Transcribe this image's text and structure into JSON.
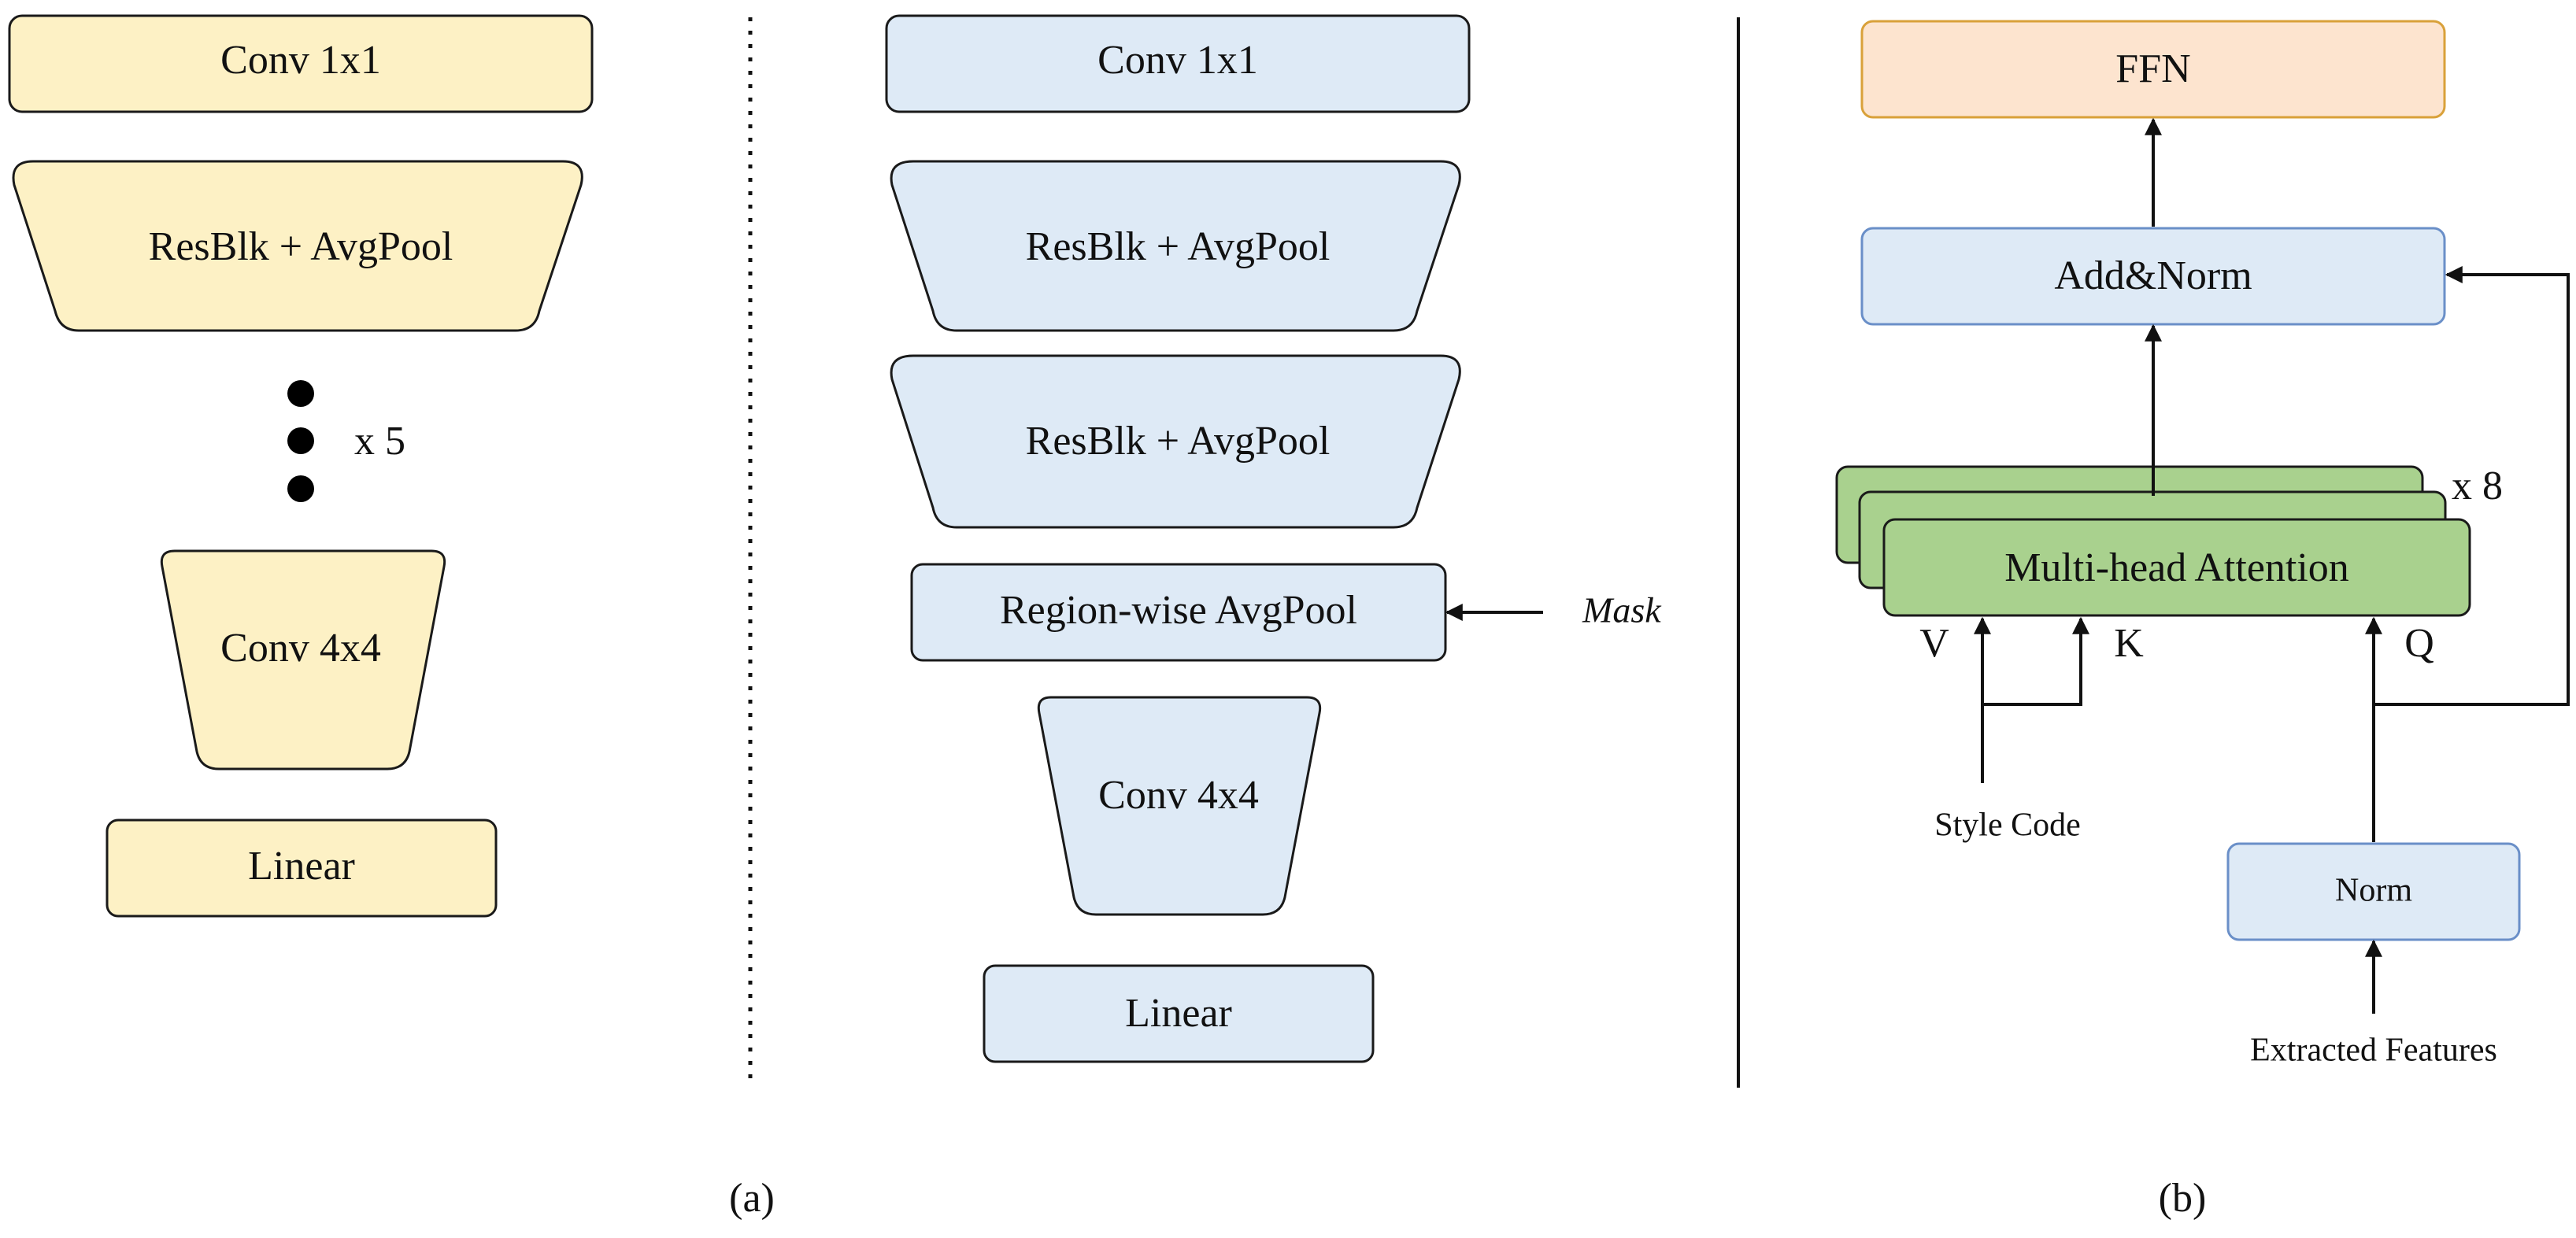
{
  "colors": {
    "yellow_fill": "#fdf1c5",
    "blue_fill": "#deeaf6",
    "blue_stroke": "#6a8fc8",
    "green_fill": "#a9d18e",
    "orange_fill": "#fde4cf",
    "orange_stroke": "#d9a13a",
    "outline": "#1a1a1a",
    "line": "#111111"
  },
  "panel_a_left": {
    "conv1x1": "Conv 1x1",
    "resblk": "ResBlk + AvgPool",
    "repeat": "x 5",
    "conv4x4": "Conv 4x4",
    "linear": "Linear"
  },
  "panel_a_right": {
    "conv1x1": "Conv 1x1",
    "resblk_1": "ResBlk + AvgPool",
    "resblk_2": "ResBlk + AvgPool",
    "region_pool": "Region-wise AvgPool",
    "mask": "Mask",
    "conv4x4": "Conv 4x4",
    "linear": "Linear"
  },
  "panel_b": {
    "ffn": "FFN",
    "add_norm": "Add&Norm",
    "attention": "Multi-head Attention",
    "repeat": "x 8",
    "v": "V",
    "k": "K",
    "q": "Q",
    "style_code": "Style Code",
    "norm": "Norm",
    "extracted": "Extracted Features"
  },
  "captions": {
    "a": "(a)",
    "b": "(b)"
  }
}
